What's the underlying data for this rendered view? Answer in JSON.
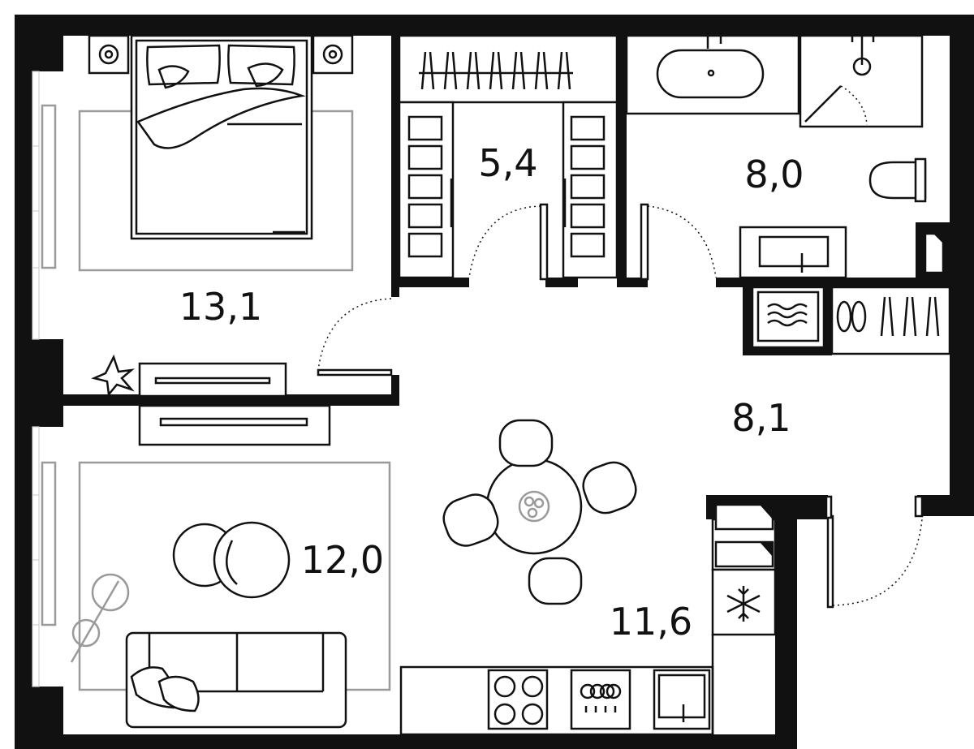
{
  "rooms": [
    {
      "id": "bedroom",
      "area": "13,1"
    },
    {
      "id": "wardrobe",
      "area": "5,4"
    },
    {
      "id": "bathroom",
      "area": "8,0"
    },
    {
      "id": "hallway",
      "area": "8,1"
    },
    {
      "id": "living-room",
      "area": "12,0"
    },
    {
      "id": "kitchen",
      "area": "11,6"
    }
  ],
  "colors": {
    "wall": "#111111",
    "line": "#111111",
    "furniture_grey": "#9a9a9a",
    "background": "#ffffff"
  }
}
